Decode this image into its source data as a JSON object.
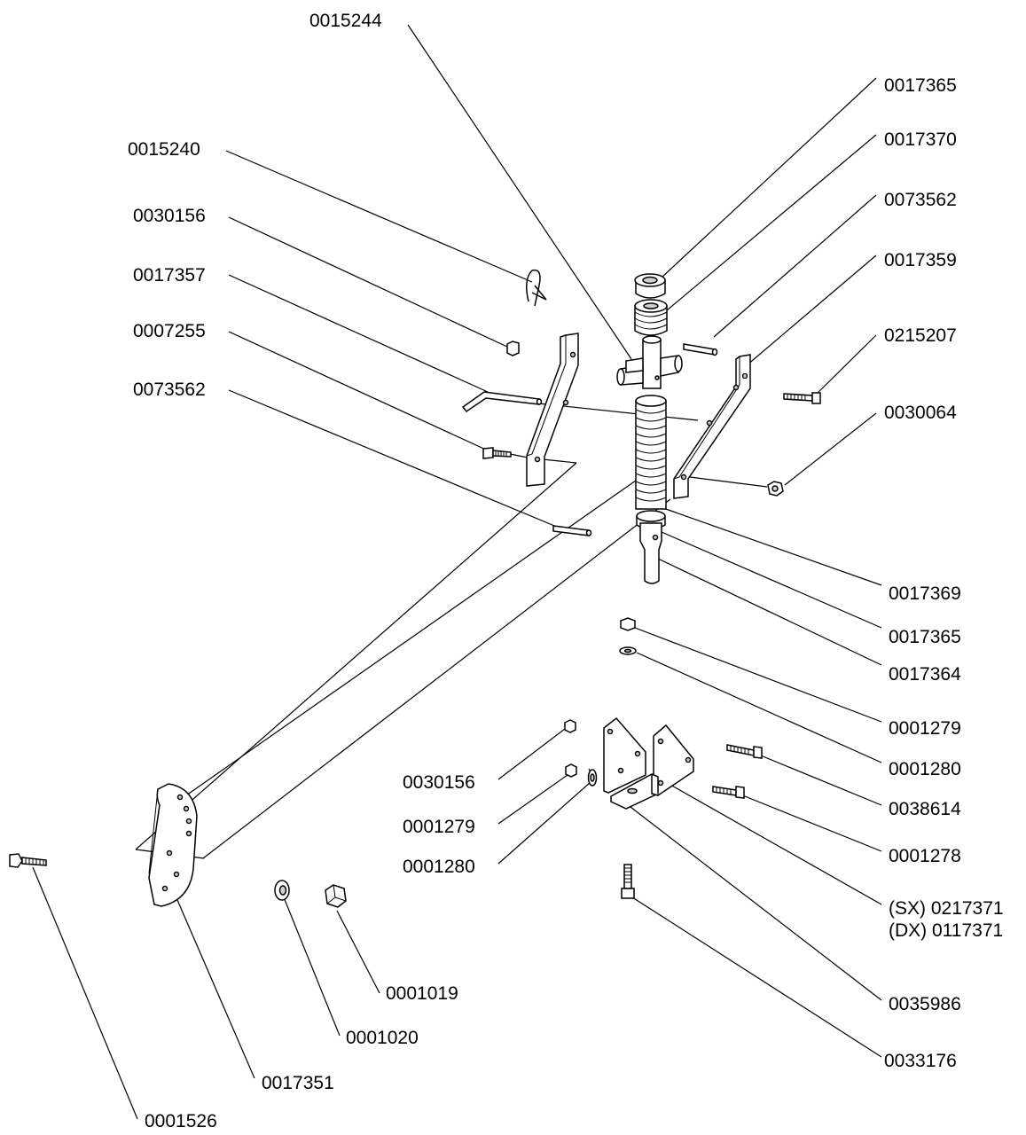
{
  "diagram": {
    "labels": {
      "l_0015244": "0015244",
      "l_0017365_a": "0017365",
      "l_0017370": "0017370",
      "l_0073562_a": "0073562",
      "l_0017359": "0017359",
      "l_0215207": "0215207",
      "l_0030064": "0030064",
      "l_0015240": "0015240",
      "l_0030156_a": "0030156",
      "l_0017357": "0017357",
      "l_0007255": "0007255",
      "l_0073562_b": "0073562",
      "l_0017369": "0017369",
      "l_0017365_b": "0017365",
      "l_0017364": "0017364",
      "l_0001279_a": "0001279",
      "l_0001280_a": "0001280",
      "l_0030156_b": "0030156",
      "l_0001279_b": "0001279",
      "l_0001280_b": "0001280",
      "l_0038614": "0038614",
      "l_0001278": "0001278",
      "l_sx": "(SX) 0217371",
      "l_dx": "(DX) 0117371",
      "l_0035986": "0035986",
      "l_0033176": "0033176",
      "l_0001019": "0001019",
      "l_0001020": "0001020",
      "l_0017351": "0017351",
      "l_0001526": "0001526"
    }
  }
}
